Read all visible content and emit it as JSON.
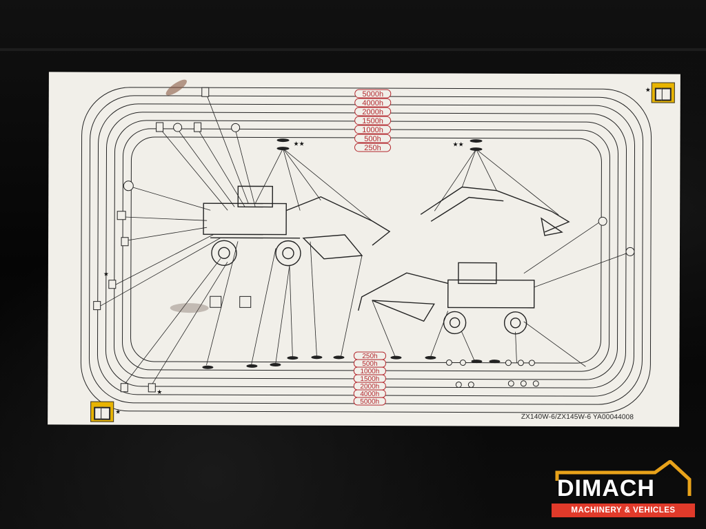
{
  "scene": {
    "description_free": true,
    "colors": {
      "sticker_bg": "#f1efe9",
      "line": "#222222",
      "pill_text": "#b3272d",
      "manual_icon": "#e8b400",
      "logo_orange": "#e8a21a",
      "logo_red": "#e03a2a"
    }
  },
  "sticker": {
    "top_intervals": [
      "5000h",
      "4000h",
      "2000h",
      "1500h",
      "1000h",
      "500h",
      "250h"
    ],
    "bottom_intervals": [
      "250h",
      "500h",
      "1000h",
      "1500h",
      "2000h",
      "4000h",
      "5000h"
    ],
    "model_code": "ZX140W-6/ZX145W-6 YA00044008",
    "icons": [
      "manual-book-icon",
      "lubrication-icon",
      "filter-icon",
      "fuel-icon",
      "grease-point-icon"
    ]
  },
  "watermark": {
    "brand": "DIMACH",
    "tagline": "MACHINERY & VEHICLES"
  }
}
